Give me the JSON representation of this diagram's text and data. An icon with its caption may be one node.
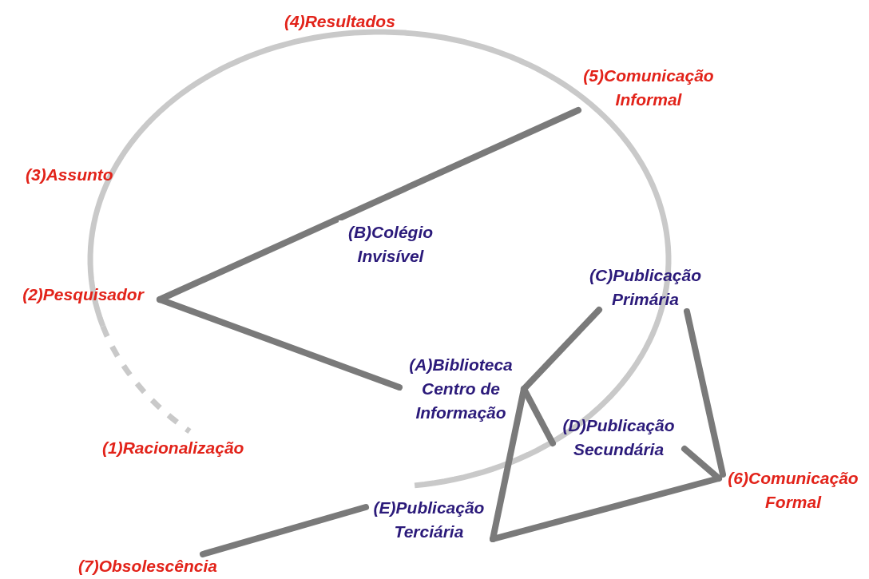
{
  "diagram": {
    "nodes": [
      {
        "text": [
          "(5)Comunicação Informal"
        ]
      },
      {
        "text": [
          "(2)Pesquisador"
        ]
      },
      {
        "text": [
          "(C)Publicação Primária"
        ]
      },
      {
        "text": [
          "(A)Biblioteca Centro de Informação"
        ]
      },
      {
        "text": [
          "(D)Publicação Secundária"
        ]
      },
      {
        "text": [
          "(6)Comunicação Formal"
        ]
      },
      {
        "text": [
          "(E)Publicação Terciária"
        ]
      },
      {
        "text": [
          "(7)Obsolescência"
        ]
      }
    ],
    "edges": [
      {
        "from": 1,
        "to": 0,
        "arrow": "none",
        "label": "(B)Colégio Invisível"
      },
      {
        "from": 1,
        "to": 3,
        "arrow": "none"
      },
      {
        "from": 3,
        "to": 2,
        "arrow": "none"
      },
      {
        "from": 3,
        "to": 4,
        "arrow": "none"
      },
      {
        "from": 3,
        "to": 6,
        "arrow": "none"
      },
      {
        "from": 6,
        "to": 5,
        "arrow": "none"
      },
      {
        "from": 2,
        "to": 5,
        "arrow": "none"
      },
      {
        "from": 4,
        "to": 5,
        "arrow": "none"
      },
      {
        "from": 6,
        "to": 7,
        "arrow": "none"
      }
    ],
    "labels": [
      "(4)Resultados",
      "(3)Assunto",
      "(1)Racionalização"
    ]
  }
}
